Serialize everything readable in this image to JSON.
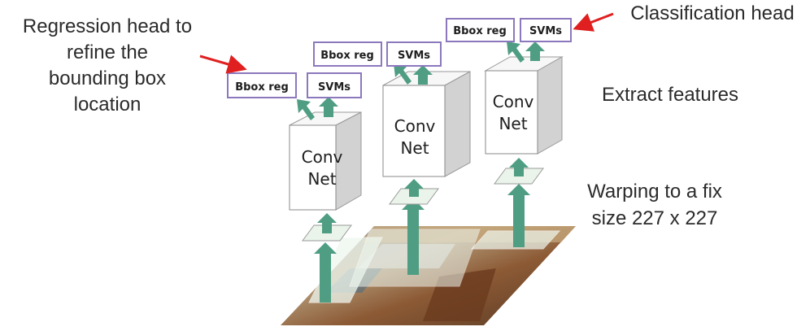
{
  "annotations": {
    "regression_head": [
      "Regression head to",
      "refine the",
      "bounding box",
      "location"
    ],
    "classification_head": "Classification head",
    "extract_features": "Extract features",
    "warping": [
      "Warping to a fix",
      "size 227 x 227"
    ]
  },
  "networks": [
    {
      "label_line1": "Conv",
      "label_line2": "Net",
      "bbox_label": "Bbox reg",
      "svm_label": "SVMs"
    },
    {
      "label_line1": "Conv",
      "label_line2": "Net",
      "bbox_label": "Bbox reg",
      "svm_label": "SVMs"
    },
    {
      "label_line1": "Conv",
      "label_line2": "Net",
      "bbox_label": "Bbox reg",
      "svm_label": "SVMs"
    }
  ],
  "colors": {
    "arrow_green": "#4f9e84",
    "box_border": "#8c78bd",
    "pointer_red": "#e02020",
    "cube_side": "#d2d2d2",
    "region_fill": "#eef7ef"
  }
}
